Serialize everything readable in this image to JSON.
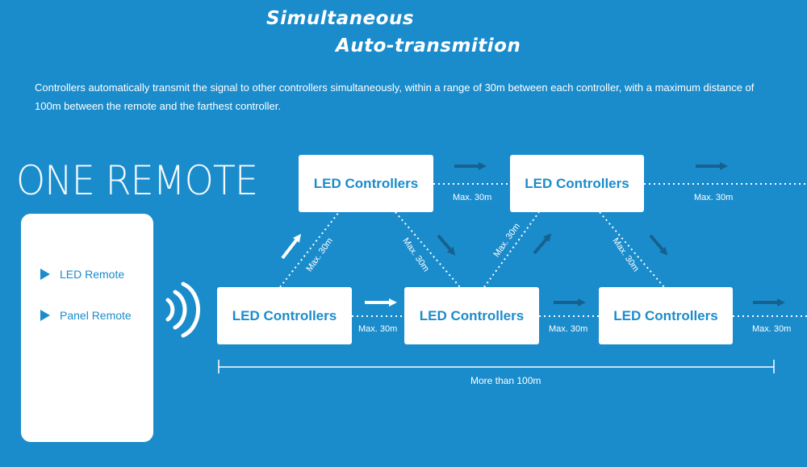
{
  "title": {
    "line1": "Simultaneous",
    "line2": "Auto-transmition"
  },
  "description": "Controllers automatically transmit the signal to other controllers simultaneously, within a range of 30m between each controller, with a maximum distance of 100m between the remote and the farthest controller.",
  "heading": "ONE REMOTE",
  "remote_panel": {
    "items": [
      {
        "label": "LED Remote"
      },
      {
        "label": "Panel Remote"
      }
    ]
  },
  "controllers": {
    "top_left": "LED Controllers",
    "top_right": "LED Controllers",
    "bottom_1": "LED Controllers",
    "bottom_2": "LED Controllers",
    "bottom_3": "LED Controllers"
  },
  "labels": {
    "max": "Max. 30m",
    "span": "More than 100m"
  },
  "colors": {
    "background": "#1a8ccc",
    "arrow": "#17618f",
    "box_text": "#1a8ccc"
  },
  "icons": {
    "wireless": "wifi-signal-icon",
    "bullet": "play-triangle-icon"
  }
}
